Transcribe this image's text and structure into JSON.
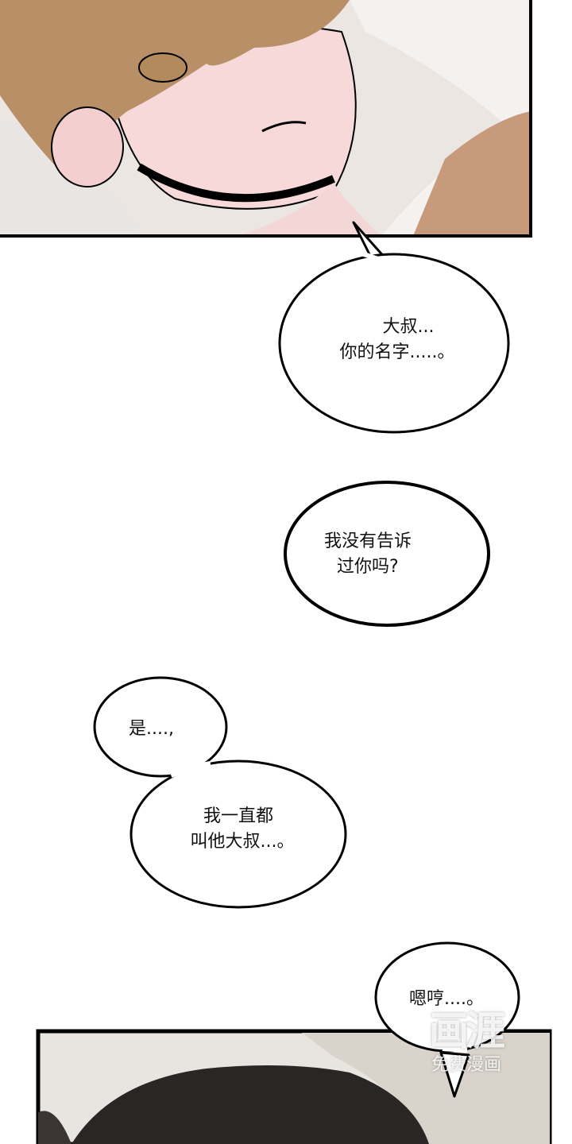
{
  "bubbles": [
    {
      "line1": "大叔...",
      "line2": "你的名字.....。"
    },
    {
      "line1": "我没有告诉",
      "line2": "过你吗?"
    },
    {
      "line1": "是....,"
    },
    {
      "line1": "我一直都",
      "line2": "叫他大叔...。"
    },
    {
      "line1": "嗯哼....。"
    }
  ],
  "watermark": {
    "logo": "画涯",
    "caption": "免费漫画"
  },
  "colors": {
    "skin": "#f6d9d8",
    "hair": "#b88f67",
    "dark_hair": "#2b2626",
    "ink": "#000000"
  }
}
